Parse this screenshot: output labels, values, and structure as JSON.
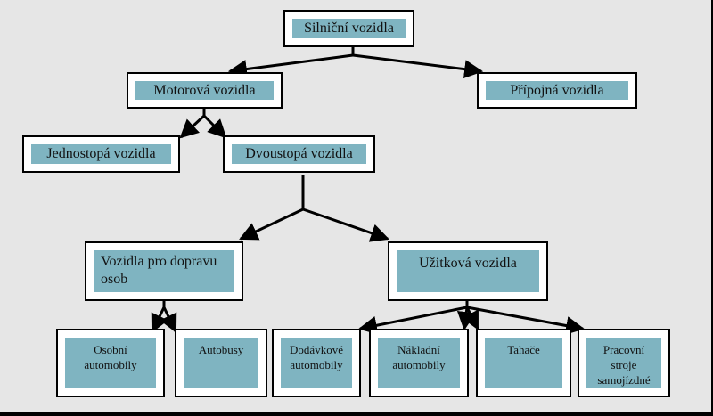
{
  "diagram": {
    "root": "Silniční vozidla",
    "motor": "Motorová vozidla",
    "trailer": "Přípojná vozidla",
    "single_track": "Jednostopá vozidla",
    "double_track": "Dvoustopá vozidla",
    "passenger": "Vozidla pro dopravu\nosob",
    "utility": "Užitková vozidla",
    "cars": "Osobní\nautomobily",
    "buses": "Autobusy",
    "vans": "Dodávkové\nautomobily",
    "trucks": "Nákladní\nautomobily",
    "tractors": "Tahače",
    "work_machines": "Pracovní\nstroje\nsamojízdné"
  },
  "colors": {
    "box_fill": "#7fb4c1",
    "background": "#e6e6e6",
    "line": "#000000"
  }
}
